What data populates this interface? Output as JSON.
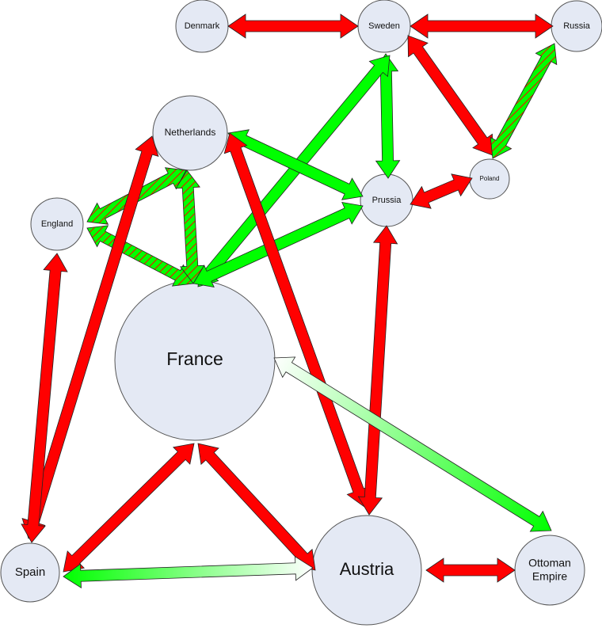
{
  "colors": {
    "hostile": "#ff0000",
    "allied": "#00ff00",
    "mixed_base": "#00ff00",
    "mixed_stripe": "#ff0000",
    "fade": "#ffffff",
    "node_fill": "#e4e9f4",
    "node_stroke": "#555555"
  },
  "nodes": [
    {
      "id": "denmark",
      "label": "Denmark"
    },
    {
      "id": "sweden",
      "label": "Sweden"
    },
    {
      "id": "russia",
      "label": "Russia"
    },
    {
      "id": "netherlands",
      "label": "Netherlands"
    },
    {
      "id": "prussia",
      "label": "Prussia"
    },
    {
      "id": "poland",
      "label": "Poland"
    },
    {
      "id": "england",
      "label": "England"
    },
    {
      "id": "france",
      "label": "France"
    },
    {
      "id": "spain",
      "label": "Spain"
    },
    {
      "id": "austria",
      "label": "Austria"
    },
    {
      "id": "ottoman",
      "label": "Ottoman Empire"
    }
  ],
  "edges": [
    {
      "from": "denmark",
      "to": "sweden",
      "type": "hostile"
    },
    {
      "from": "sweden",
      "to": "russia",
      "type": "hostile"
    },
    {
      "from": "sweden",
      "to": "poland",
      "type": "hostile"
    },
    {
      "from": "russia",
      "to": "poland",
      "type": "mixed"
    },
    {
      "from": "sweden",
      "to": "prussia",
      "type": "allied"
    },
    {
      "from": "sweden",
      "to": "france",
      "type": "allied"
    },
    {
      "from": "poland",
      "to": "prussia",
      "type": "hostile"
    },
    {
      "from": "netherlands",
      "to": "prussia",
      "type": "allied"
    },
    {
      "from": "prussia",
      "to": "france",
      "type": "allied"
    },
    {
      "from": "netherlands",
      "to": "england",
      "type": "mixed"
    },
    {
      "from": "england",
      "to": "france",
      "type": "mixed"
    },
    {
      "from": "netherlands",
      "to": "france",
      "type": "mixed"
    },
    {
      "from": "netherlands",
      "to": "spain",
      "type": "hostile"
    },
    {
      "from": "netherlands",
      "to": "austria",
      "type": "hostile"
    },
    {
      "from": "england",
      "to": "spain",
      "type": "hostile"
    },
    {
      "from": "prussia",
      "to": "austria",
      "type": "hostile"
    },
    {
      "from": "france",
      "to": "ottoman",
      "type": "fading",
      "faded_end": "france"
    },
    {
      "from": "france",
      "to": "spain",
      "type": "hostile"
    },
    {
      "from": "france",
      "to": "austria",
      "type": "hostile"
    },
    {
      "from": "spain",
      "to": "austria",
      "type": "fading",
      "faded_end": "austria"
    },
    {
      "from": "austria",
      "to": "ottoman",
      "type": "hostile"
    }
  ]
}
